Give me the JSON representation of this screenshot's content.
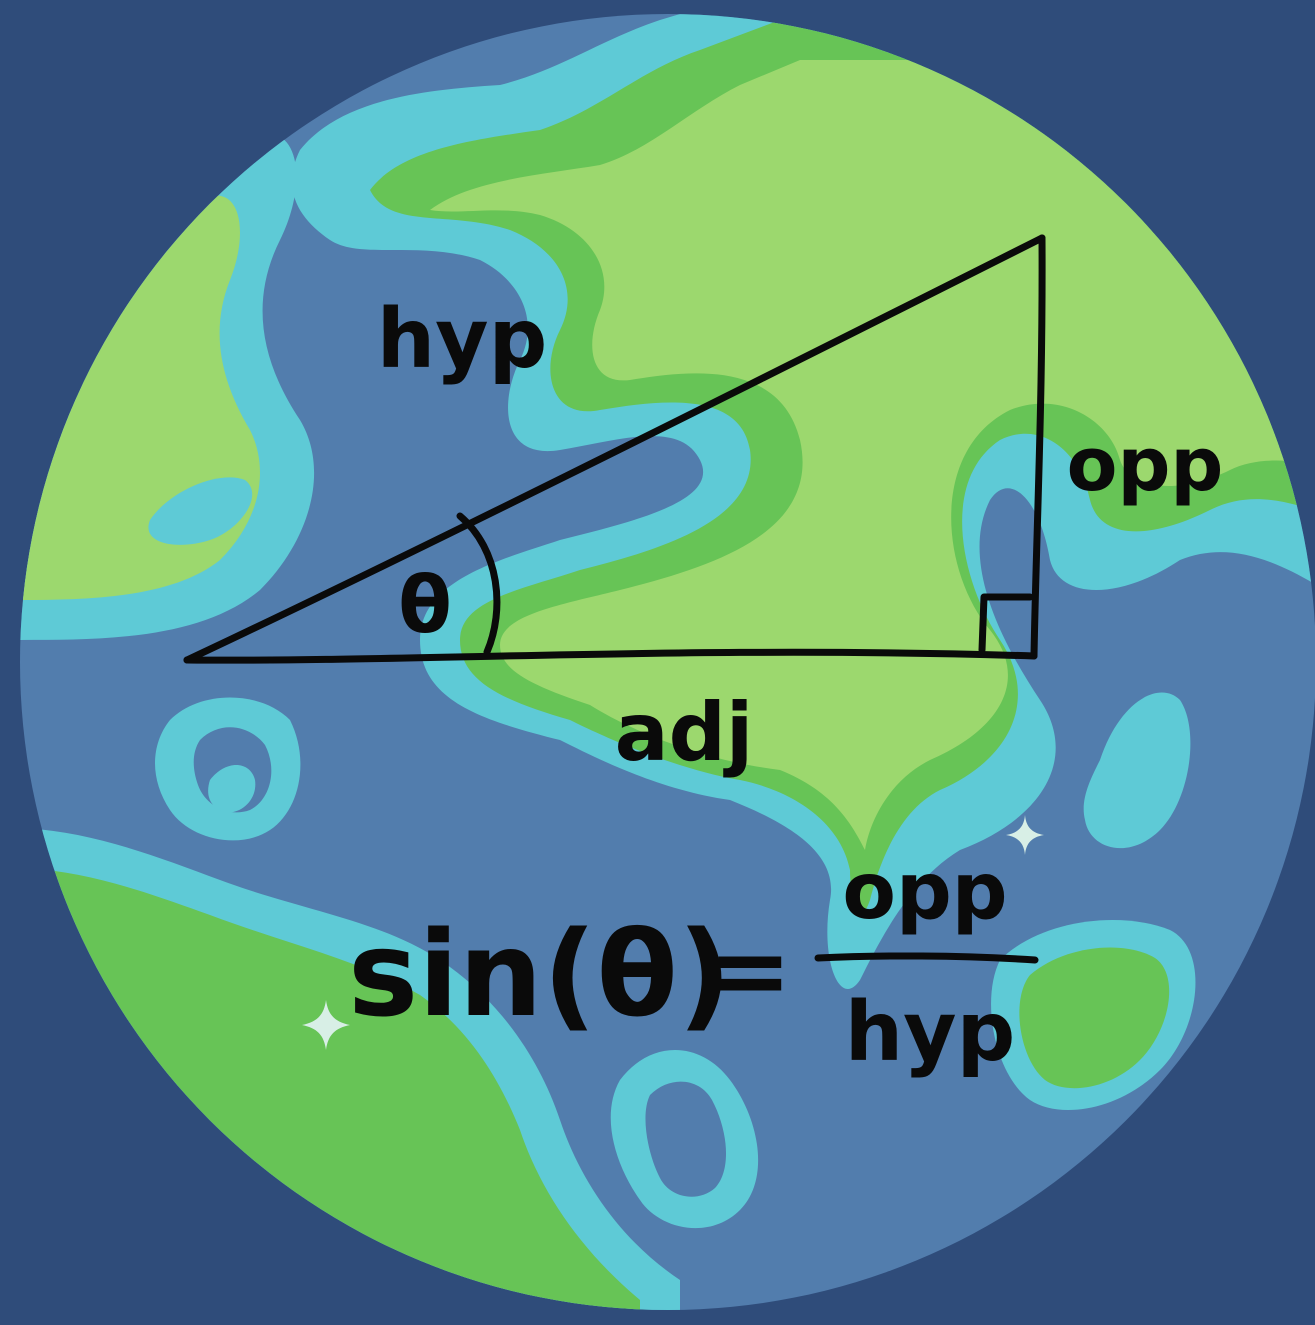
{
  "colors": {
    "background": "#2f4c7a",
    "ocean": "#527dad",
    "shallow_water": "#5ecad6",
    "land_light": "#9cd86e",
    "land_dark": "#67c456",
    "ink": "#0a0a0a",
    "sparkle": "#d8efe6"
  },
  "triangle": {
    "angle_symbol": "θ",
    "hypotenuse_label": "hyp",
    "opposite_label": "opp",
    "adjacent_label": "adj"
  },
  "formula": {
    "lhs": "sin(θ)",
    "equals": "=",
    "numerator": "opp",
    "denominator": "hyp"
  },
  "icons": [
    "sparkle-icon",
    "sparkle-icon"
  ]
}
